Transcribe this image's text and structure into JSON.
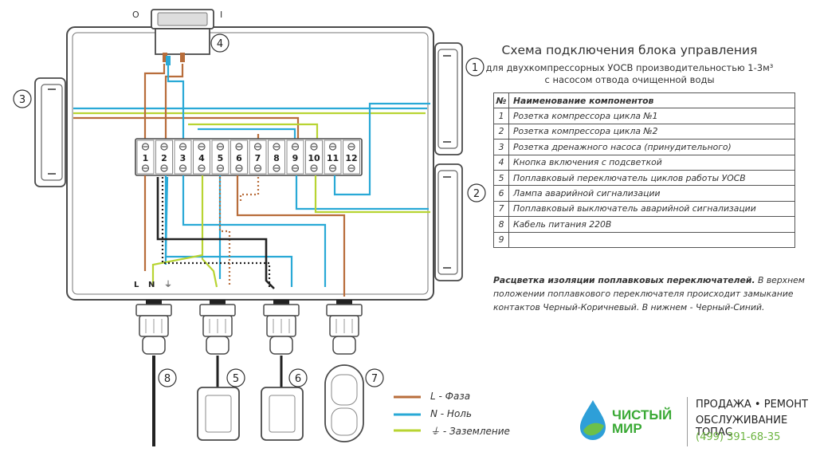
{
  "title": "Схема подключения блока управления",
  "subtitle_line1": "для двухкомпрессорных УОСВ производительностью 1-3м³",
  "subtitle_line2": "с насосом отвода очищенной воды",
  "switch_labels": {
    "off": "O",
    "on": "I"
  },
  "terminals": [
    "1",
    "2",
    "3",
    "4",
    "5",
    "6",
    "7",
    "8",
    "9",
    "10",
    "11",
    "12"
  ],
  "callouts": [
    "1",
    "2",
    "3",
    "4",
    "5",
    "6",
    "7",
    "8"
  ],
  "cable_labels": {
    "l": "L",
    "n": "N",
    "ground": "⏚"
  },
  "table": {
    "header": {
      "num": "№",
      "name": "Наименование компонентов"
    },
    "rows": [
      {
        "num": "1",
        "name": "Розетка компрессора цикла №1"
      },
      {
        "num": "2",
        "name": "Розетка компрессора цикла №2"
      },
      {
        "num": "3",
        "name": "Розетка дренажного насоса (принудительного)"
      },
      {
        "num": "4",
        "name": "Кнопка включения с подсветкой"
      },
      {
        "num": "5",
        "name": "Поплавковый переключатель циклов работы УОСВ"
      },
      {
        "num": "6",
        "name": "Лампа аварийной сигнализации"
      },
      {
        "num": "7",
        "name": "Поплавковый выключатель аварийной сигнализации"
      },
      {
        "num": "8",
        "name": "Кабель питания 220В"
      },
      {
        "num": "9",
        "name": ""
      }
    ]
  },
  "note": {
    "bold": "Расцветка изоляции поплавковых переключателей.",
    "text": " В верхнем положении поплавкового переключателя происходит замыкание контактов Черный-Коричневый. В нижнем - Черный-Синий."
  },
  "wire_legend": [
    {
      "label": "L - Фаза",
      "color": "#b86d3b"
    },
    {
      "label": "N - Ноль",
      "color": "#29a9d6"
    },
    {
      "label": "⏚ - Заземление",
      "color": "#b8d432"
    }
  ],
  "brand": {
    "line1": "ЧИСТЫЙ",
    "line2": "МИР"
  },
  "services": {
    "line1": "ПРОДАЖА • РЕМОНТ",
    "line2": "ОБСЛУЖИВАНИЕ ТОПАС",
    "phone": "(499) 391-68-35"
  },
  "colors": {
    "phase": "#b86d3b",
    "neutral": "#29a9d6",
    "ground": "#b8d432",
    "outline": "#4a4a4a",
    "brand": "#3aa935"
  }
}
